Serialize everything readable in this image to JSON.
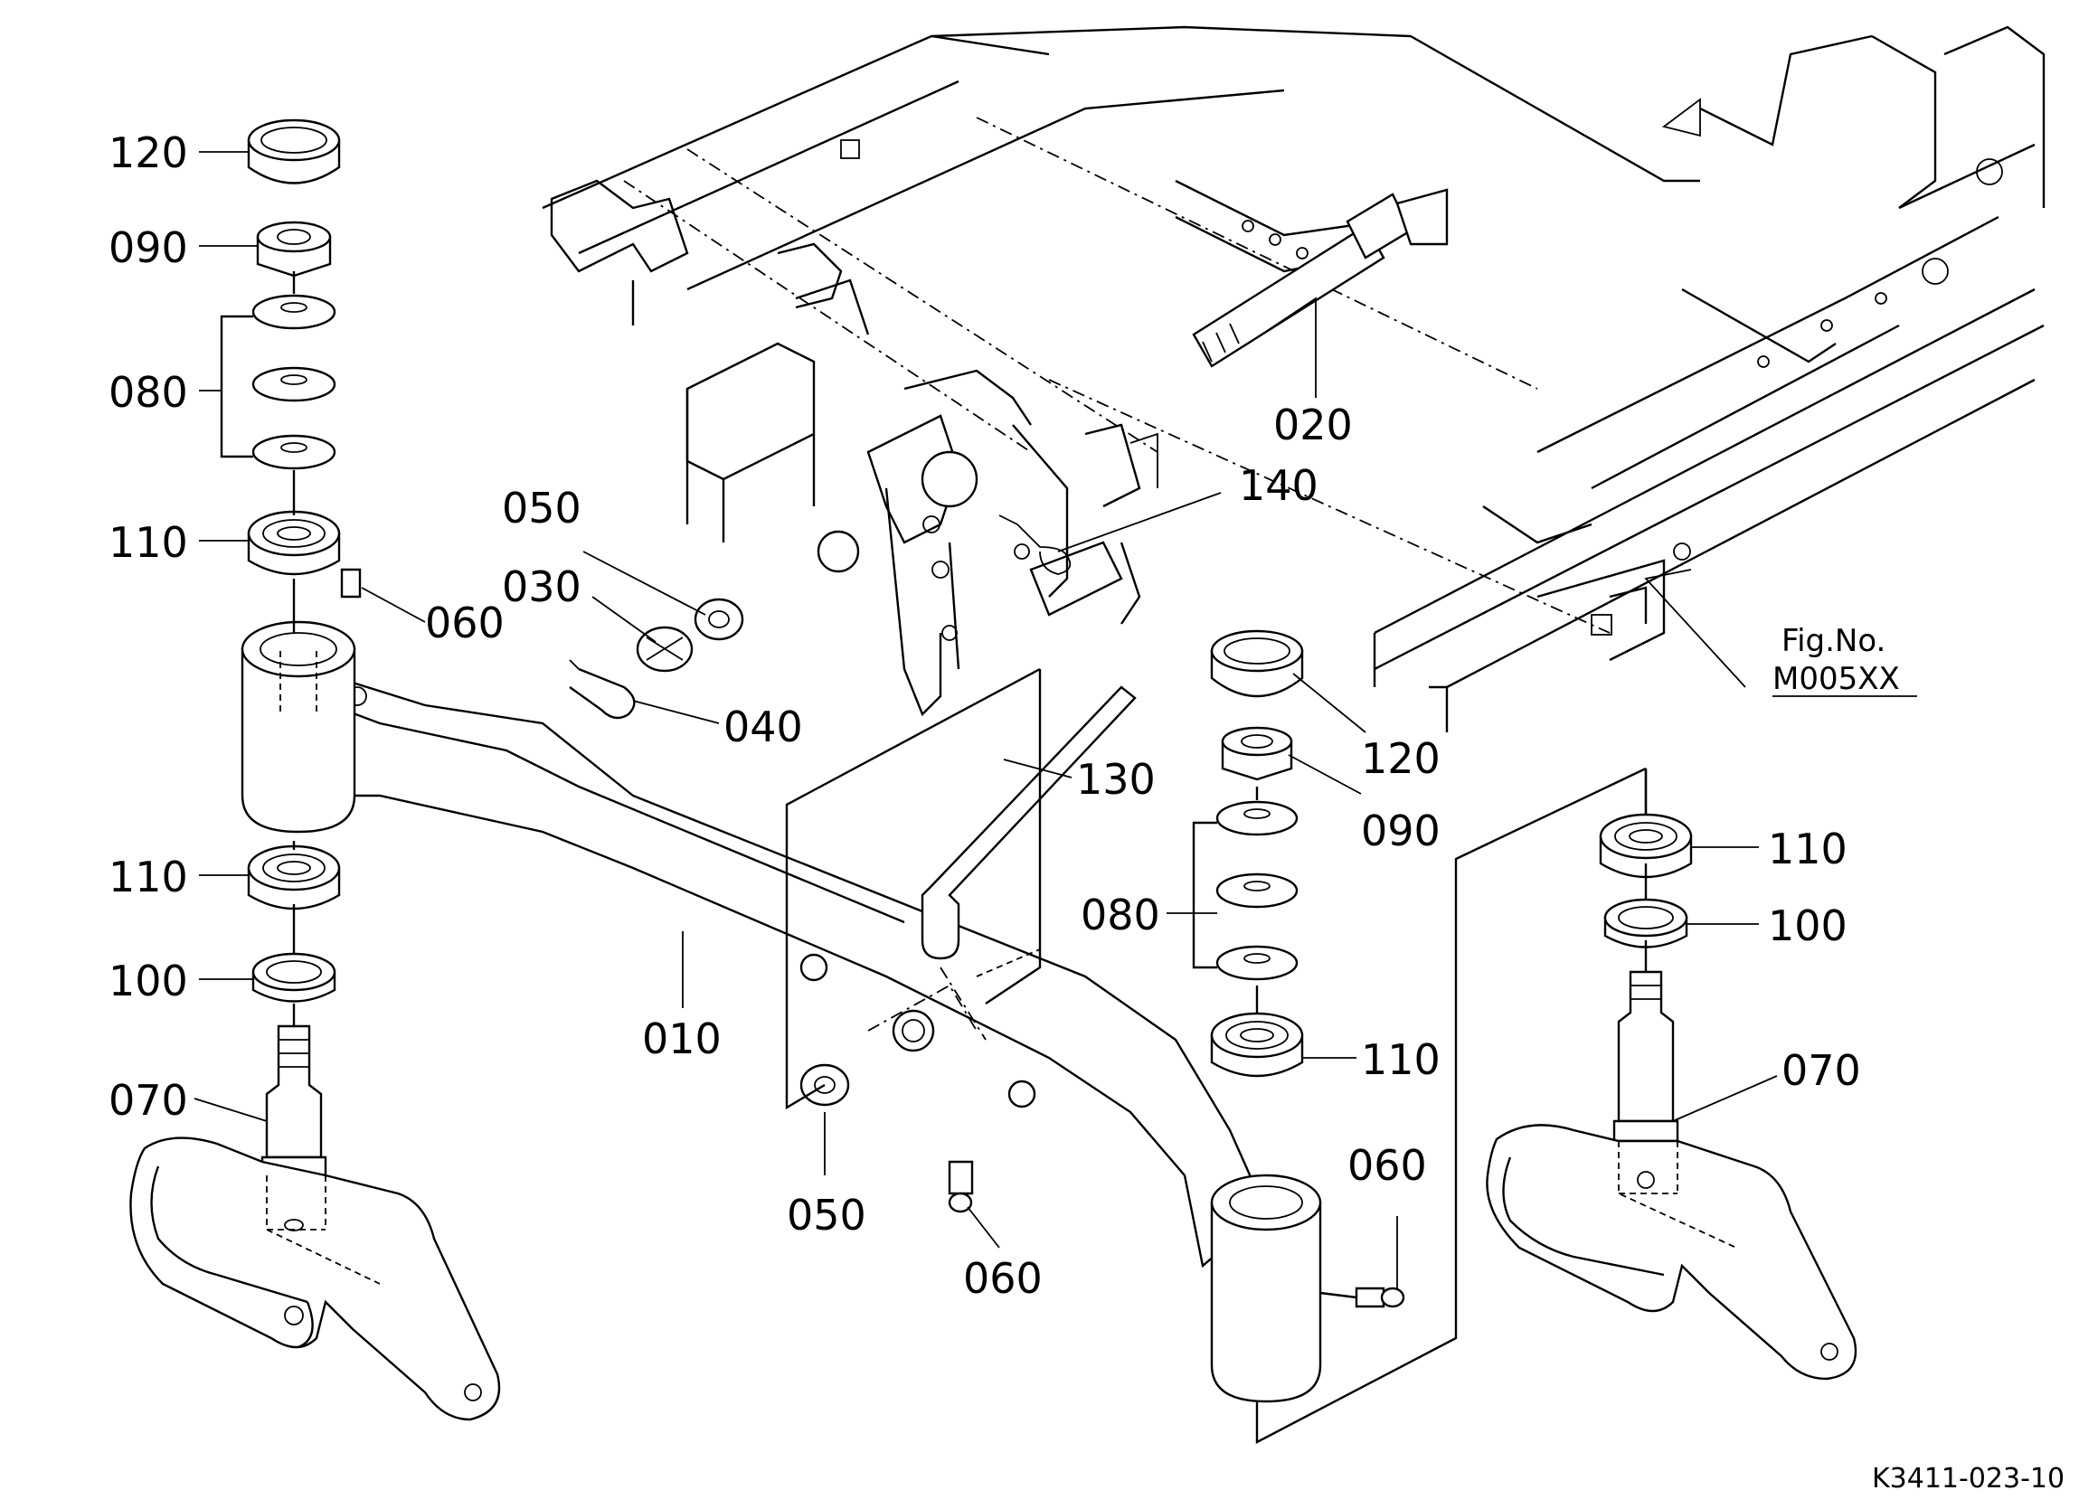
{
  "figure": {
    "fig_label": "Fig.No.",
    "fig_number": "M005XX",
    "drawing_code": "K3411-023-10"
  },
  "callouts": {
    "c120a": "120",
    "c090a": "090",
    "c080a": "080",
    "c110a": "110",
    "c060a": "060",
    "c050a": "050",
    "c030": "030",
    "c040": "040",
    "c110b": "110",
    "c100a": "100",
    "c070a": "070",
    "c010": "010",
    "c020": "020",
    "c140": "140",
    "c130": "130",
    "c120b": "120",
    "c090b": "090",
    "c080b": "080",
    "c110c": "110",
    "c060b": "060",
    "c050b": "050",
    "c060c": "060",
    "c110d": "110",
    "c100b": "100",
    "c070b": "070"
  }
}
